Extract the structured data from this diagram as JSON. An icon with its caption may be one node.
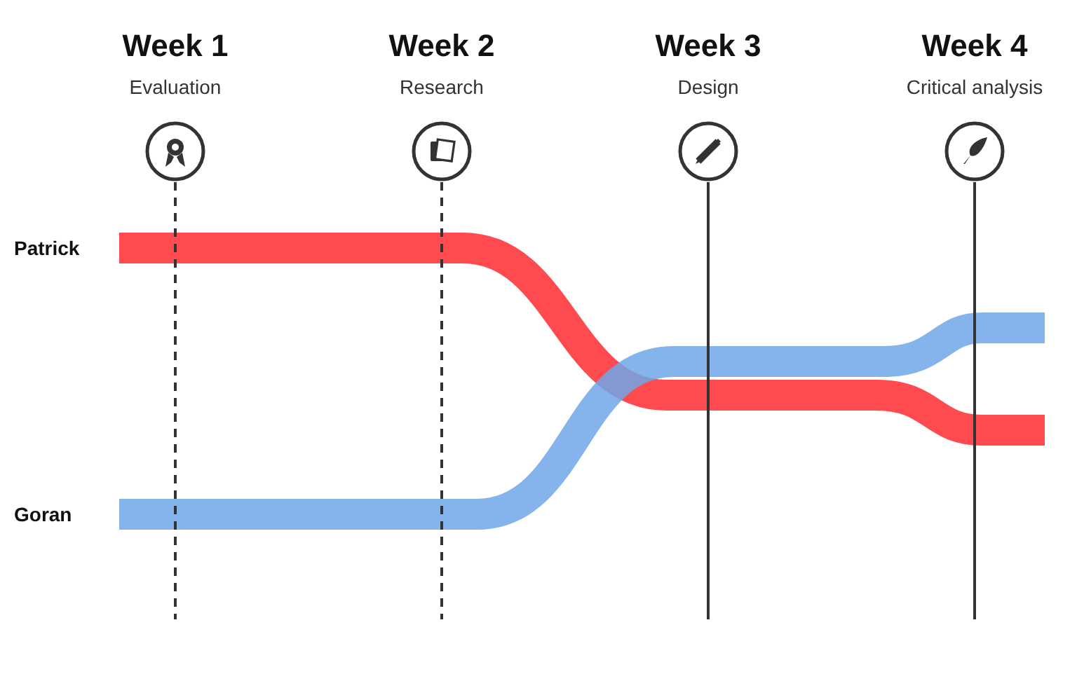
{
  "diagram": {
    "labels": [
      "Week 1",
      "Evaluation",
      "Week 2",
      "Research",
      "Week 3",
      "Design",
      "Week 4",
      "Critical analysis",
      "Patrick",
      "Goran"
    ]
  }
}
